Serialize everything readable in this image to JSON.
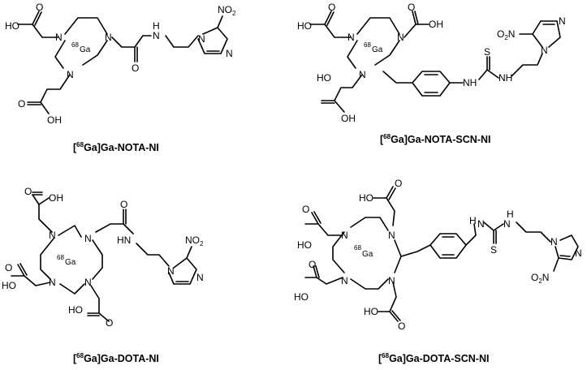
{
  "figure": {
    "captions": [
      {
        "prefix": "[",
        "sup": "68",
        "rest": "Ga]Ga-NOTA-NI"
      },
      {
        "prefix": "[",
        "sup": "68",
        "rest": "Ga]Ga-NOTA-SCN-NI"
      },
      {
        "prefix": "[",
        "sup": "68",
        "rest": "Ga]Ga-DOTA-NI"
      },
      {
        "prefix": "[",
        "sup": "68",
        "rest": "Ga]Ga-DOTA-SCN-NI"
      }
    ],
    "labels": {
      "N": "N",
      "O": "O",
      "S": "S",
      "H": "H",
      "OH": "OH",
      "HO": "HO",
      "NH": "NH",
      "HN": "HN",
      "NO": "NO",
      "O2N": "O",
      "two": "2",
      "ga_sup": "68",
      "ga": "Ga"
    }
  }
}
